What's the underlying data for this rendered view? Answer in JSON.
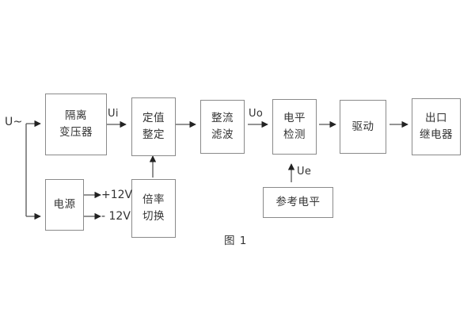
{
  "figure": {
    "caption": "图 1",
    "background_color": "#ffffff",
    "border_color": "#8a8a8a",
    "text_color": "#333333"
  },
  "blocks": {
    "isolation_transformer": {
      "line1": "隔离",
      "line2": "变压器"
    },
    "setting_value": {
      "line1": "定值",
      "line2": "整定"
    },
    "rectify_filter": {
      "line1": "整流",
      "line2": "滤波"
    },
    "level_detect": {
      "line1": "电平",
      "line2": "检测"
    },
    "driver": {
      "line1": "驱动",
      "line2": ""
    },
    "output_relay": {
      "line1": "出口",
      "line2": "继电器"
    },
    "power_supply": {
      "line1": "电源",
      "line2": ""
    },
    "multiplier_switch": {
      "line1": "倍率",
      "line2": "切换"
    },
    "reference_level": {
      "line1": "参考电平",
      "line2": ""
    }
  },
  "signals": {
    "input_source": "U~",
    "ui": "Ui",
    "uo": "Uo",
    "ue": "Ue",
    "rail_positive": "+12V",
    "rail_negative": "- 12V"
  }
}
